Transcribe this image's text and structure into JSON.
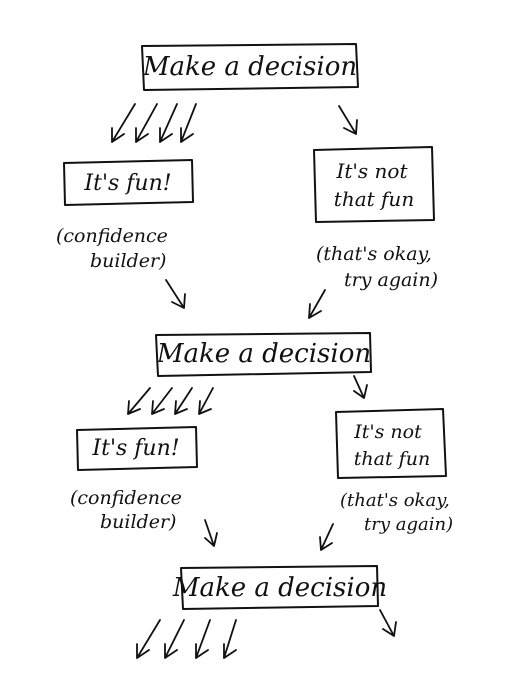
{
  "colors": {
    "ink": "#111111",
    "paper": "#ffffff"
  },
  "levels": [
    {
      "decision": "Make a decision",
      "fun_box": "It's fun!",
      "fun_note": [
        "(confidence",
        "builder)"
      ],
      "notfun_box": [
        "It's not",
        "that fun"
      ],
      "notfun_note": [
        "(that's okay,",
        "try again)"
      ]
    },
    {
      "decision": "Make a decision",
      "fun_box": "It's fun!",
      "fun_note": [
        "(confidence",
        "builder)"
      ],
      "notfun_box": [
        "It's not",
        "that fun"
      ],
      "notfun_note": [
        "(that's okay,",
        "try again)"
      ]
    },
    {
      "decision": "Make a decision"
    }
  ]
}
